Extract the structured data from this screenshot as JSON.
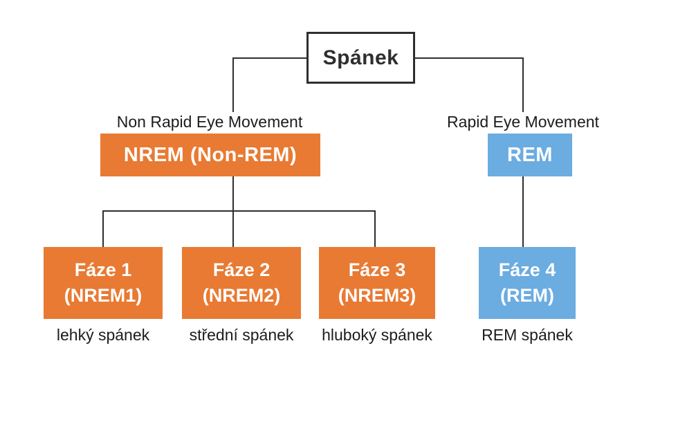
{
  "diagram": {
    "root_label": "Spánek",
    "nrem": {
      "branch_label": "Non Rapid Eye Movement",
      "node_label": "NREM (Non-REM)"
    },
    "rem": {
      "branch_label": "Rapid Eye Movement",
      "node_label": "REM"
    },
    "phases": [
      {
        "title": "Fáze 1",
        "subtitle": "(NREM1)",
        "caption": "lehký spánek",
        "color": "#E87A33"
      },
      {
        "title": "Fáze 2",
        "subtitle": "(NREM2)",
        "caption": "střední spánek",
        "color": "#E87A33"
      },
      {
        "title": "Fáze 3",
        "subtitle": "(NREM3)",
        "caption": "hluboký spánek",
        "color": "#E87A33"
      },
      {
        "title": "Fáze 4",
        "subtitle": "(REM)",
        "caption": "REM spánek",
        "color": "#6BACE1"
      }
    ],
    "colors": {
      "orange": "#E87A33",
      "blue": "#6BACE1",
      "line": "#2E2E2E",
      "label_text": "#1C1C1C",
      "node_text": "#FFFFFF"
    }
  }
}
